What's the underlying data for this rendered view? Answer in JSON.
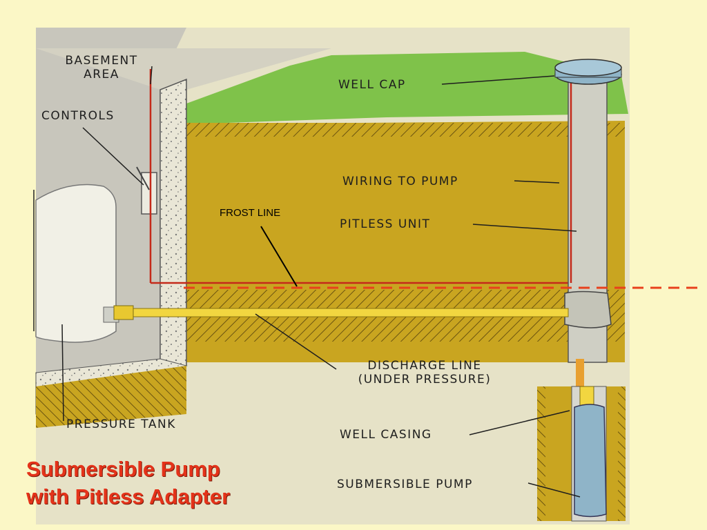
{
  "labels": {
    "basement_area": [
      "BASEMENT",
      "AREA"
    ],
    "controls": "CONTROLS",
    "well_cap": "WELL CAP",
    "wiring_to_pump": "WIRING TO PUMP",
    "frost_line": "FROST LINE",
    "pitless_unit": "PITLESS UNIT",
    "discharge_line": [
      "DISCHARGE LINE",
      "(UNDER PRESSURE)"
    ],
    "pressure_tank": "PRESSURE TANK",
    "well_casing": "WELL CASING",
    "submersible_pump": "SUBMERSIBLE PUMP"
  },
  "title": [
    "Submersible Pump",
    "with Pitless Adapter"
  ],
  "colors": {
    "background": "#fbf7c6",
    "soil": "#c9a520",
    "grass": "#7fc24a",
    "wire": "#c42a1a",
    "discharge_pipe": "#f2d640",
    "frost_line": "#e8401c",
    "title": "#e4331a",
    "pump": "#8fb4c8"
  }
}
